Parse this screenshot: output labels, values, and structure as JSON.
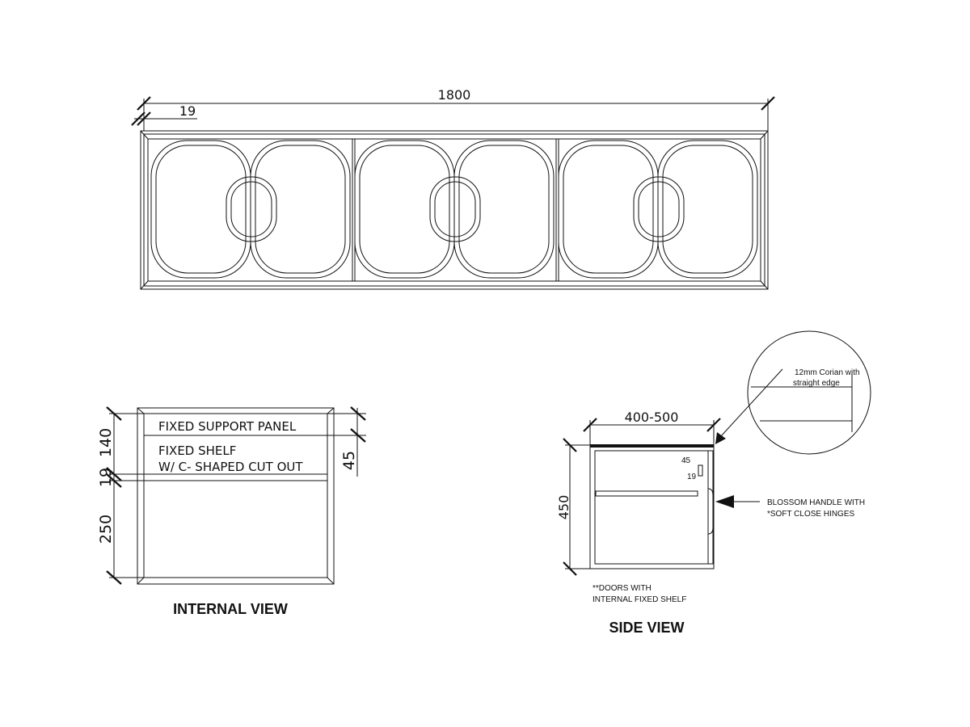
{
  "front_view": {
    "overall_width": "1800",
    "panel_thickness": "19"
  },
  "internal_view": {
    "title": "INTERNAL VIEW",
    "label_panel": "FIXED SUPPORT PANEL",
    "label_shelf_1": "FIXED SHELF",
    "label_shelf_2": "W/ C- SHAPED CUT OUT",
    "dim_140": "140",
    "dim_19": "19",
    "dim_250": "250",
    "dim_45": "45"
  },
  "side_view": {
    "title": "SIDE VIEW",
    "dim_depth": "400-500",
    "dim_height": "450",
    "dim_45": "45",
    "dim_19": "19",
    "detail_note_1": "12mm Corian with",
    "detail_note_2": "straight edge",
    "handle_note_1": "BLOSSOM HANDLE WITH",
    "handle_note_2": "*SOFT CLOSE HINGES",
    "doors_note_1": "**DOORS WITH",
    "doors_note_2": "INTERNAL FIXED SHELF"
  }
}
